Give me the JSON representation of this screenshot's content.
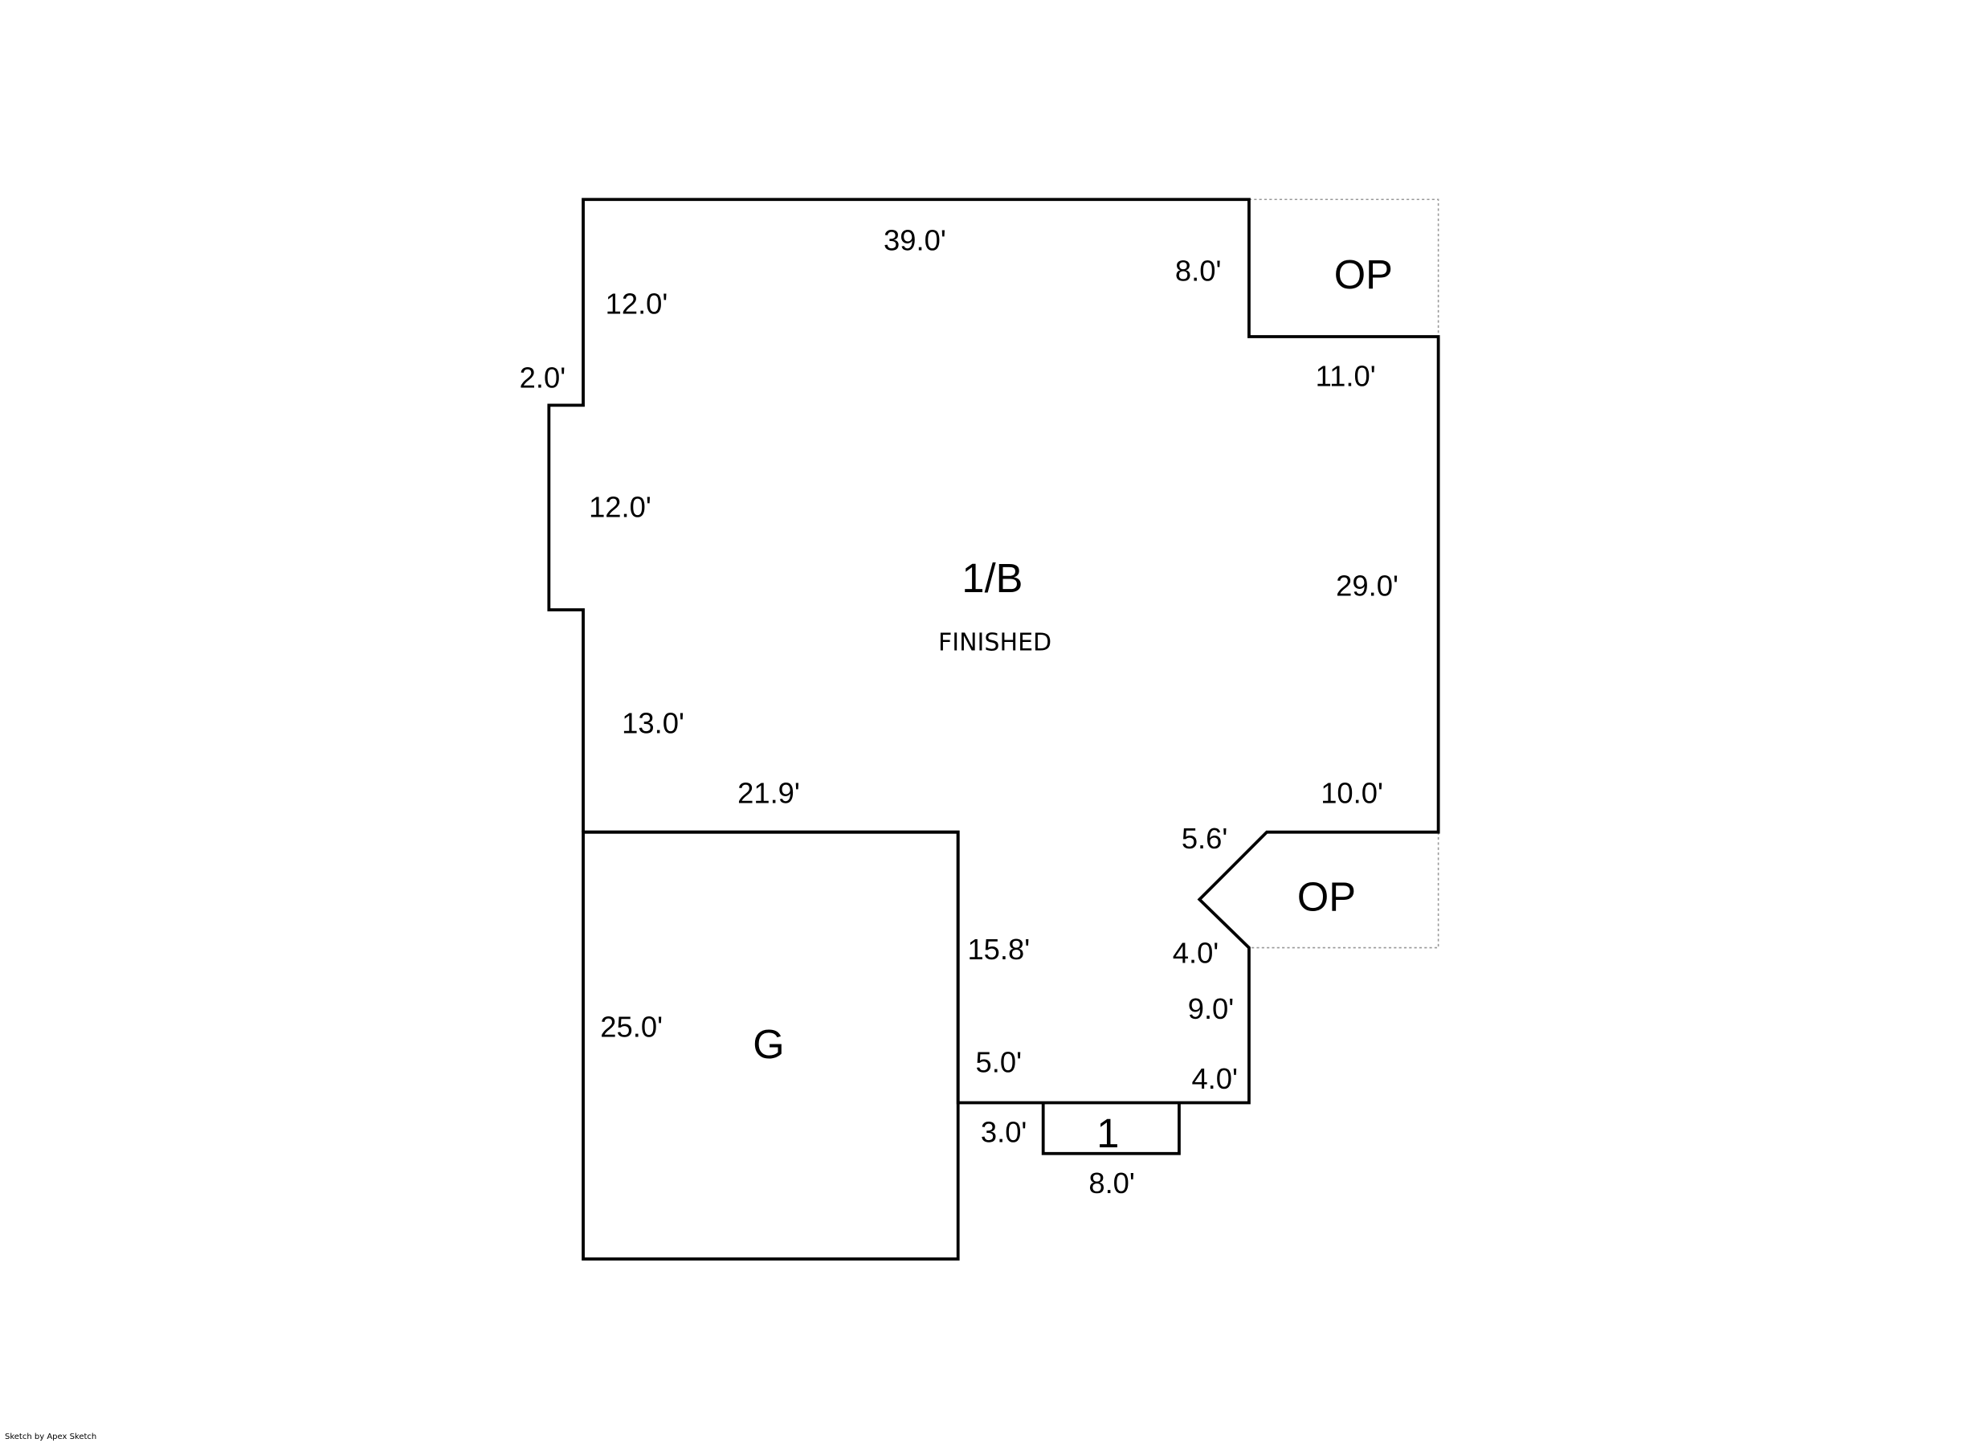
{
  "areas": {
    "main": {
      "label": "1/B",
      "sublabel": "FINISHED"
    },
    "garage": {
      "label": "G"
    },
    "porch_top": {
      "label": "OP"
    },
    "porch_bottom": {
      "label": "OP"
    },
    "stoop": {
      "label": "1"
    }
  },
  "dimensions": {
    "top": "39.0'",
    "op_top_inner": "8.0'",
    "left_upper": "12.0'",
    "bump_out": "2.0'",
    "left_bump": "12.0'",
    "left_lower": "13.0'",
    "op_step": "11.0'",
    "right": "29.0'",
    "right_lower": "10.0'",
    "diag_upper": "5.6'",
    "diag_lower": "4.0'",
    "right_bottom": "9.0'",
    "bottom_right": "4.0'",
    "garage_top": "21.9'",
    "garage_side_right": "15.8'",
    "garage_side_left": "25.0'",
    "bottom_step": "5.0'",
    "stoop_side": "3.0'",
    "stoop_bottom": "8.0'"
  },
  "footer": {
    "credit": "Sketch by Apex Sketch"
  }
}
